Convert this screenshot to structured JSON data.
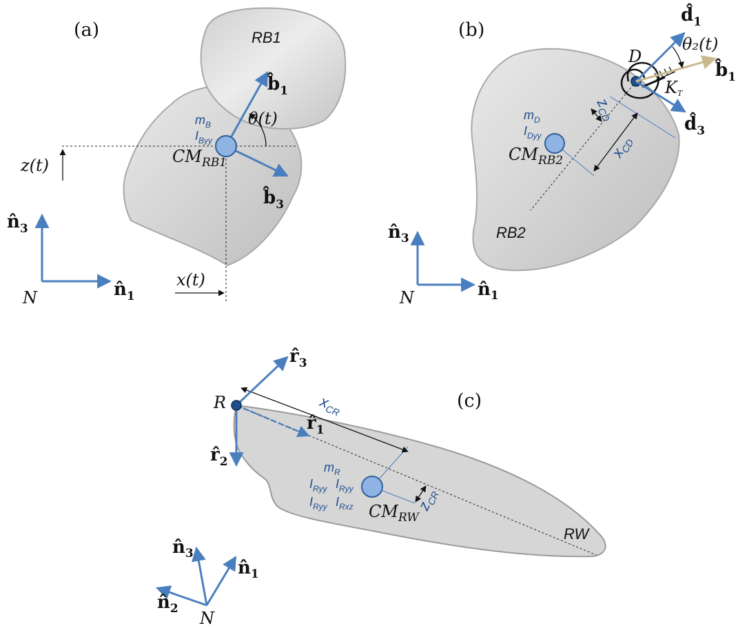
{
  "panel_a": {
    "tag": "(a)",
    "body": "RB1",
    "cm_main": "CM",
    "cm_sub": "RB1",
    "mass_main": "m",
    "mass_sub": "B",
    "inertia_main": "I",
    "inertia_sub": "Byy",
    "theta": "θ(t)",
    "z": "z(t)",
    "x": "x(t)",
    "b1_main": "b̂",
    "b1_sub": "1",
    "b3_main": "b̂",
    "b3_sub": "3",
    "n3_main": "n̂",
    "n3_sub": "3",
    "n1_main": "n̂",
    "n1_sub": "1",
    "frame": "N"
  },
  "panel_b": {
    "tag": "(b)",
    "body": "RB2",
    "cm_main": "CM",
    "cm_sub": "RB2",
    "mass_main": "m",
    "mass_sub": "D",
    "inertia_main": "I",
    "inertia_sub": "Dyy",
    "hinge": "D",
    "theta2": "θ₂(t)",
    "kt_main": "K",
    "kt_sub": "T",
    "zcd_main": "z",
    "zcd_sub": "CD",
    "xcd_main": "x",
    "xcd_sub": "CD",
    "d1_main": "d̂",
    "d1_sub": "1",
    "d3_main": "d̂",
    "d3_sub": "3",
    "b1_main": "b̂",
    "b1_sub": "1",
    "n3_main": "n̂",
    "n3_sub": "3",
    "n1_main": "n̂",
    "n1_sub": "1",
    "frame": "N"
  },
  "panel_c": {
    "tag": "(c)",
    "body": "RW",
    "cm_main": "CM",
    "cm_sub": "RW",
    "hinge": "R",
    "mass_main": "m",
    "mass_sub": "R",
    "i1_main": "I",
    "i1_sub": "Ryy",
    "i2_main": "I",
    "i2_sub": "Ryy",
    "i3_main": "I",
    "i3_sub": "Ryy",
    "i4_main": "I",
    "i4_sub": "Rxz",
    "xcr_main": "x",
    "xcr_sub": "CR",
    "zcr_main": "z",
    "zcr_sub": "CR",
    "r3_main": "r̂",
    "r3_sub": "3",
    "r1_main": "r̂",
    "r1_sub": "1",
    "r2_main": "r̂",
    "r2_sub": "2",
    "n3_main": "n̂",
    "n3_sub": "3",
    "n1_main": "n̂",
    "n1_sub": "1",
    "n2_main": "n̂",
    "n2_sub": "2",
    "frame": "N"
  },
  "colors": {
    "vector_blue": "#4a7fbf",
    "body_gray": "#d9d9d9",
    "body_edge": "#a0a0a0",
    "cm_fill": "#8fb4e3",
    "text_blue": "#1f4e8c",
    "tan_arrow": "#c8b98e"
  }
}
